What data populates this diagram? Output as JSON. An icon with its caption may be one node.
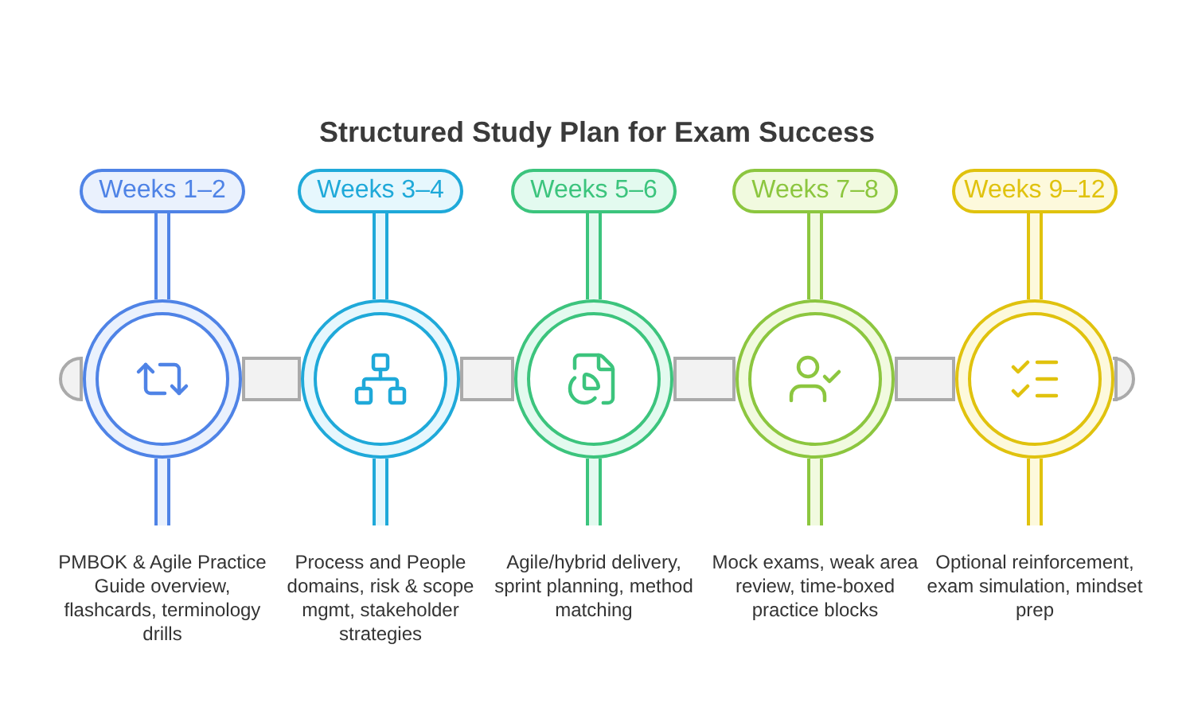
{
  "diagram": {
    "title": "Structured Study Plan for Exam Success",
    "nodes": [
      {
        "text": [
          "Weeks 1–2"
        ]
      },
      {
        "text": [],
        "shape": "circle"
      },
      {
        "text": [
          "PMBOK & Agile Practice Guide overview, flashcards, terminology drills"
        ]
      },
      {
        "text": [
          "Weeks 3–4"
        ]
      },
      {
        "text": [],
        "shape": "circle"
      },
      {
        "text": [
          "Process and People domains, risk & scope mgmt, stakeholder strategies"
        ]
      },
      {
        "text": [
          "Weeks 5–6"
        ]
      },
      {
        "text": [],
        "shape": "circle"
      },
      {
        "text": [
          "Agile/hybrid delivery, sprint planning, method matching"
        ]
      },
      {
        "text": [
          "Weeks 7–8"
        ]
      },
      {
        "text": [],
        "shape": "circle"
      },
      {
        "text": [
          "Mock exams, weak area review, time-boxed practice blocks"
        ]
      },
      {
        "text": [
          "Weeks 9–12"
        ]
      },
      {
        "text": [],
        "shape": "circle"
      },
      {
        "text": [
          "Optional reinforcement, exam simulation, mindset prep"
        ]
      }
    ],
    "edges": [
      {
        "from": 0,
        "to": 1,
        "arrow": "none",
        "color": "#4f83e6"
      },
      {
        "from": 1,
        "to": 2,
        "arrow": "none",
        "color": "#4f83e6"
      },
      {
        "from": 3,
        "to": 4,
        "arrow": "none",
        "color": "#1fa9d9"
      },
      {
        "from": 4,
        "to": 5,
        "arrow": "none",
        "color": "#1fa9d9"
      },
      {
        "from": 6,
        "to": 7,
        "arrow": "none",
        "color": "#3cc47d"
      },
      {
        "from": 7,
        "to": 8,
        "arrow": "none",
        "color": "#3cc47d"
      },
      {
        "from": 9,
        "to": 10,
        "arrow": "none",
        "color": "#8cc63f"
      },
      {
        "from": 10,
        "to": 11,
        "arrow": "none",
        "color": "#8cc63f"
      },
      {
        "from": 12,
        "to": 13,
        "arrow": "none",
        "color": "#e0c20e"
      },
      {
        "from": 13,
        "to": 14,
        "arrow": "none",
        "color": "#e0c20e"
      }
    ]
  }
}
